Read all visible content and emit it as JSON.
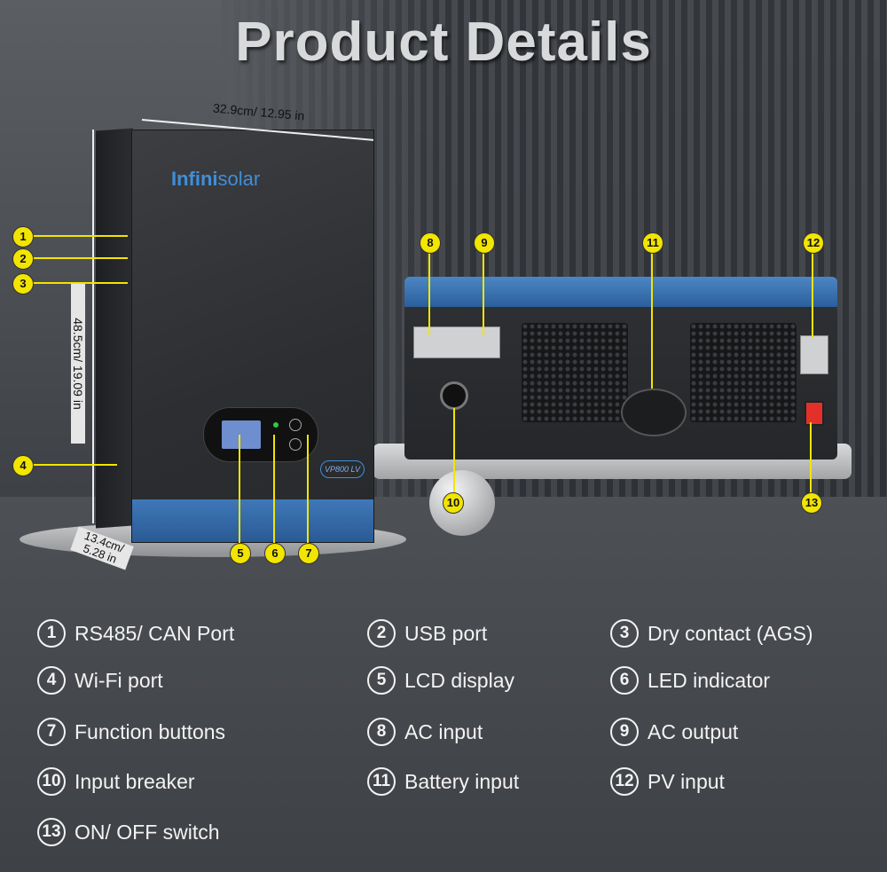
{
  "title": "Product Details",
  "brand": {
    "logo_main": "Infini",
    "logo_sub": "solar",
    "model": "VP800 LV"
  },
  "dimensions": {
    "width": "32.9cm/ 12.95 in",
    "height": "48.5cm/ 19.09 in",
    "depth": "13.4cm/ 5.28 in"
  },
  "markers": [
    "1",
    "2",
    "3",
    "4",
    "5",
    "6",
    "7",
    "8",
    "9",
    "10",
    "11",
    "12",
    "13"
  ],
  "legend": [
    {
      "num": "1",
      "label": "RS485/ CAN Port"
    },
    {
      "num": "2",
      "label": "USB port"
    },
    {
      "num": "3",
      "label": "Dry contact (AGS)"
    },
    {
      "num": "4",
      "label": "Wi-Fi port"
    },
    {
      "num": "5",
      "label": "LCD display"
    },
    {
      "num": "6",
      "label": "LED indicator"
    },
    {
      "num": "7",
      "label": "Function buttons"
    },
    {
      "num": "8",
      "label": "AC input"
    },
    {
      "num": "9",
      "label": "AC output"
    },
    {
      "num": "10",
      "label": "Input breaker"
    },
    {
      "num": "11",
      "label": "Battery input"
    },
    {
      "num": "12",
      "label": "PV input"
    },
    {
      "num": "13",
      "label": "ON/ OFF switch"
    }
  ],
  "colors": {
    "marker": "#f2e500",
    "accent_blue": "#3f78b8",
    "switch_red": "#e3302b"
  }
}
